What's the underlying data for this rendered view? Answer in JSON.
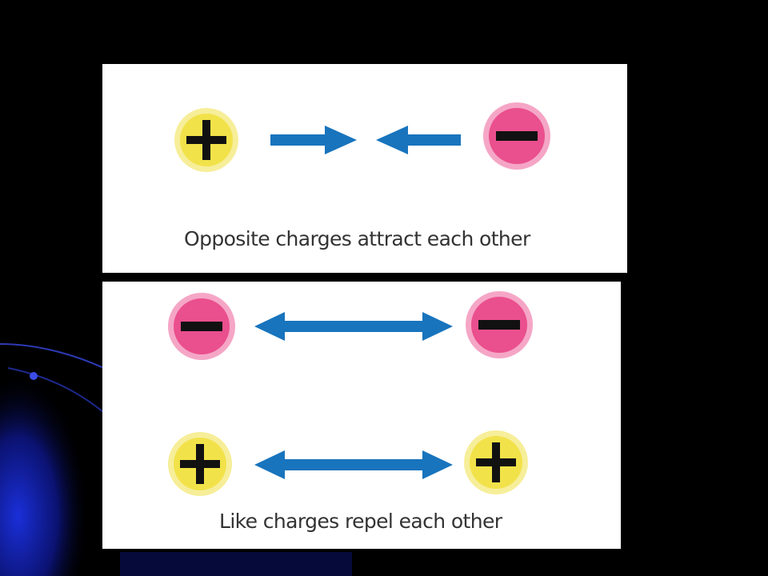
{
  "colors": {
    "background": "#000000",
    "panel": "#ffffff",
    "positive_fill": "#f2e24a",
    "positive_glow": "#f7ee9a",
    "negative_fill": "#ea4f8e",
    "negative_glow": "#f5a6c6",
    "sign": "#111111",
    "arrow": "#1874bd",
    "caption": "#333333"
  },
  "icons": {
    "positive": "plus-sign",
    "negative": "minus-sign",
    "arrow": "blue-arrow"
  },
  "attract": {
    "left_charge": "positive",
    "right_charge": "negative",
    "arrows": "pointing-inward",
    "caption": "Opposite charges attract each other"
  },
  "repel": {
    "rows": [
      {
        "left_charge": "negative",
        "right_charge": "negative",
        "arrow": "double-headed"
      },
      {
        "left_charge": "positive",
        "right_charge": "positive",
        "arrow": "double-headed"
      }
    ],
    "caption": "Like charges repel each other"
  }
}
